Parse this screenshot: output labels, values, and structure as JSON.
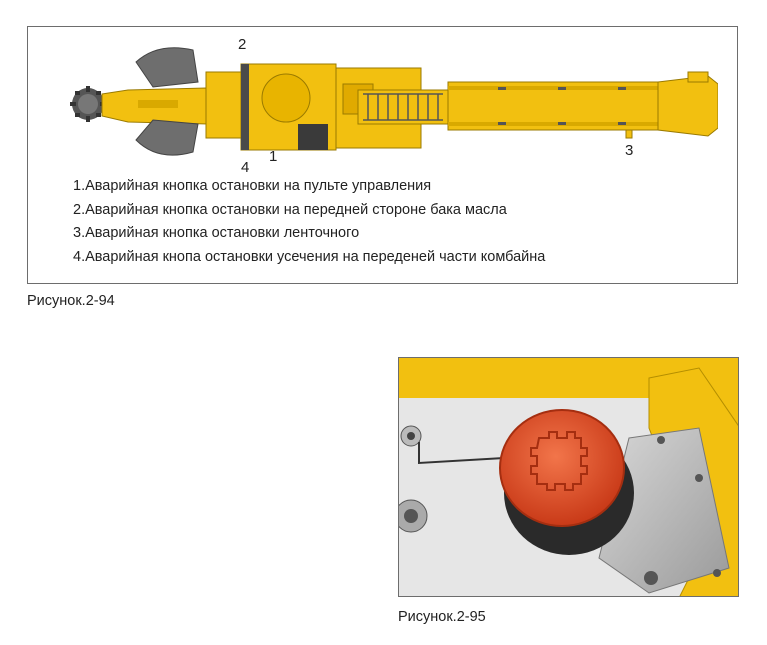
{
  "figure1": {
    "callouts": [
      "1",
      "2",
      "3",
      "4"
    ],
    "legend": [
      "1.Аварийная кнопка остановки на пульте  управления",
      "2.Аварийная кнопка остановки на передней стороне бака масла",
      "3.Аварийная кнопка остановки ленточного",
      "4.Аварийная  кнопа остановки  усечения на переденей части комбайна"
    ],
    "caption": "Рисунок.2-94",
    "machine_color": "#f2c010"
  },
  "figure2": {
    "caption": "Рисунок.2-95",
    "button_color": "#e8502a"
  }
}
